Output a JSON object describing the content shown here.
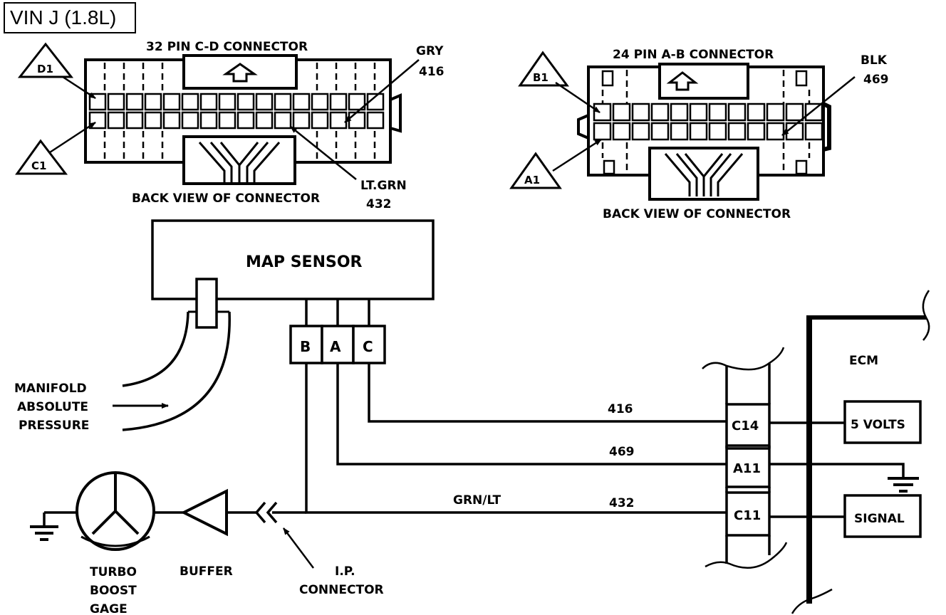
{
  "title": "VIN J (1.8L)",
  "connector_cd": {
    "title": "32 PIN C-D  CONNECTOR",
    "caption": "BACK VIEW OF CONNECTOR",
    "pin_top": "D1",
    "pin_bottom": "C1",
    "callout_top": {
      "color": "GRY",
      "wire": "416"
    },
    "callout_bottom": {
      "color": "LT.GRN",
      "wire": "432"
    }
  },
  "connector_ab": {
    "title": "24 PIN A-B  CONNECTOR",
    "caption": "BACK VIEW OF CONNECTOR",
    "pin_top": "B1",
    "pin_bottom": "A1",
    "callout": {
      "color": "BLK",
      "wire": "469"
    }
  },
  "map_sensor": {
    "label": "MAP SENSOR",
    "terminals": [
      "B",
      "A",
      "C"
    ]
  },
  "manifold": [
    "MANIFOLD",
    "ABSOLUTE",
    "PRESSURE"
  ],
  "ecm": {
    "label": "ECM",
    "pins": [
      "C14",
      "A11",
      "C11"
    ],
    "boxes": [
      "5 VOLTS",
      "SIGNAL"
    ]
  },
  "wires": {
    "w416": "416",
    "w469": "469",
    "w432": "432",
    "w432_color": "GRN/LT"
  },
  "gage": [
    "TURBO",
    "BOOST",
    "GAGE"
  ],
  "buffer": "BUFFER",
  "ip_connector": [
    "I.P.",
    "CONNECTOR"
  ]
}
